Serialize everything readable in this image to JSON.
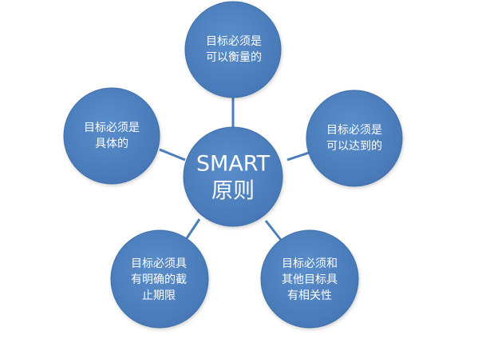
{
  "colors": {
    "node_fill": "#4a7ebb",
    "node_stroke": "#3f6fa8",
    "connector": "#4a7ebb",
    "text": "#ffffff"
  },
  "center": {
    "line1": "SMART",
    "line2": "原则"
  },
  "nodes": [
    {
      "id": "top",
      "lines": [
        "目标必须是",
        "可以衡量的"
      ]
    },
    {
      "id": "right",
      "lines": [
        "目标必须是",
        "可以达到的"
      ]
    },
    {
      "id": "bottom-right",
      "lines": [
        "目标必须和",
        "其他目标具",
        "有相关性"
      ]
    },
    {
      "id": "bottom-left",
      "lines": [
        "目标必须具",
        "有明确的截",
        "止期限"
      ]
    },
    {
      "id": "left",
      "lines": [
        "目标必须是",
        "具体的"
      ]
    }
  ]
}
